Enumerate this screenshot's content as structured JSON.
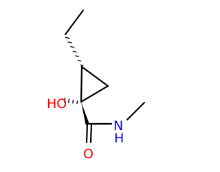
{
  "molecule": {
    "atoms": {
      "hydroxyl_label": "HO",
      "amide_nh_label": "N",
      "amide_h_label": "H",
      "carbonyl_o_label": "O"
    },
    "colors": {
      "carbon_bond": "#000000",
      "oxygen": "#ff0000",
      "nitrogen": "#0000ff"
    }
  }
}
